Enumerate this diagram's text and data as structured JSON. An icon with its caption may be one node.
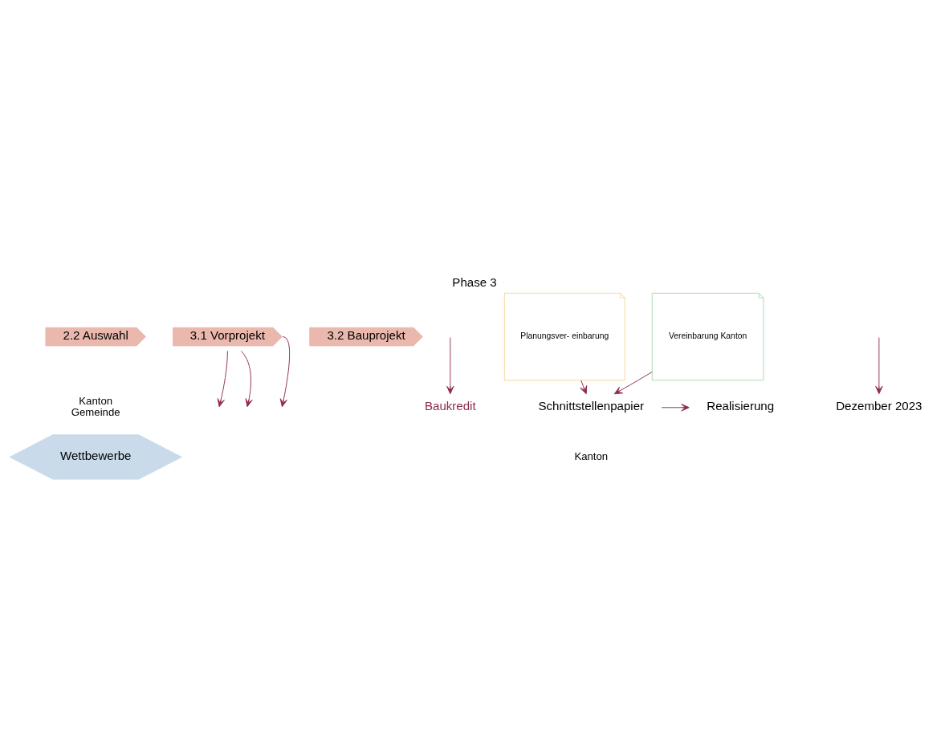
{
  "diagram": {
    "title": "Phase 3",
    "nodes": [
      {
        "text": [
          "2.2 Auswahl"
        ],
        "beside": [
          "Kanton",
          "Gemeinde"
        ]
      },
      {
        "text": [
          "3.1 Vorprojekt"
        ]
      },
      {
        "text": [
          "3.2 Bauprojekt"
        ]
      },
      {
        "text": [
          "Wettbewerbe"
        ]
      },
      {
        "text": [
          "Baukredit"
        ]
      },
      {
        "text": [
          "Planungsver- einbarung"
        ]
      },
      {
        "text": [
          "Vereinbarung Kanton"
        ]
      },
      {
        "text": [
          "Schnittstellenpapier"
        ],
        "beside": [
          "Kanton"
        ]
      },
      {
        "text": [
          "Dezember 2023"
        ]
      },
      {
        "text": [
          "Realisierung"
        ]
      }
    ],
    "edges": [
      {
        "from": null,
        "to": 8,
        "arrow": "to"
      },
      {
        "from": 1,
        "to": null,
        "arrow": "to"
      },
      {
        "from": null,
        "to": 4,
        "arrow": "to"
      },
      {
        "from": 1,
        "to": null,
        "arrow": "to"
      },
      {
        "from": 1,
        "to": null,
        "arrow": "to"
      },
      {
        "from": 5,
        "to": 7,
        "arrow": "to"
      },
      {
        "from": 6,
        "to": 7,
        "arrow": "to"
      },
      {
        "from": 7,
        "to": 9,
        "arrow": "to"
      }
    ]
  }
}
